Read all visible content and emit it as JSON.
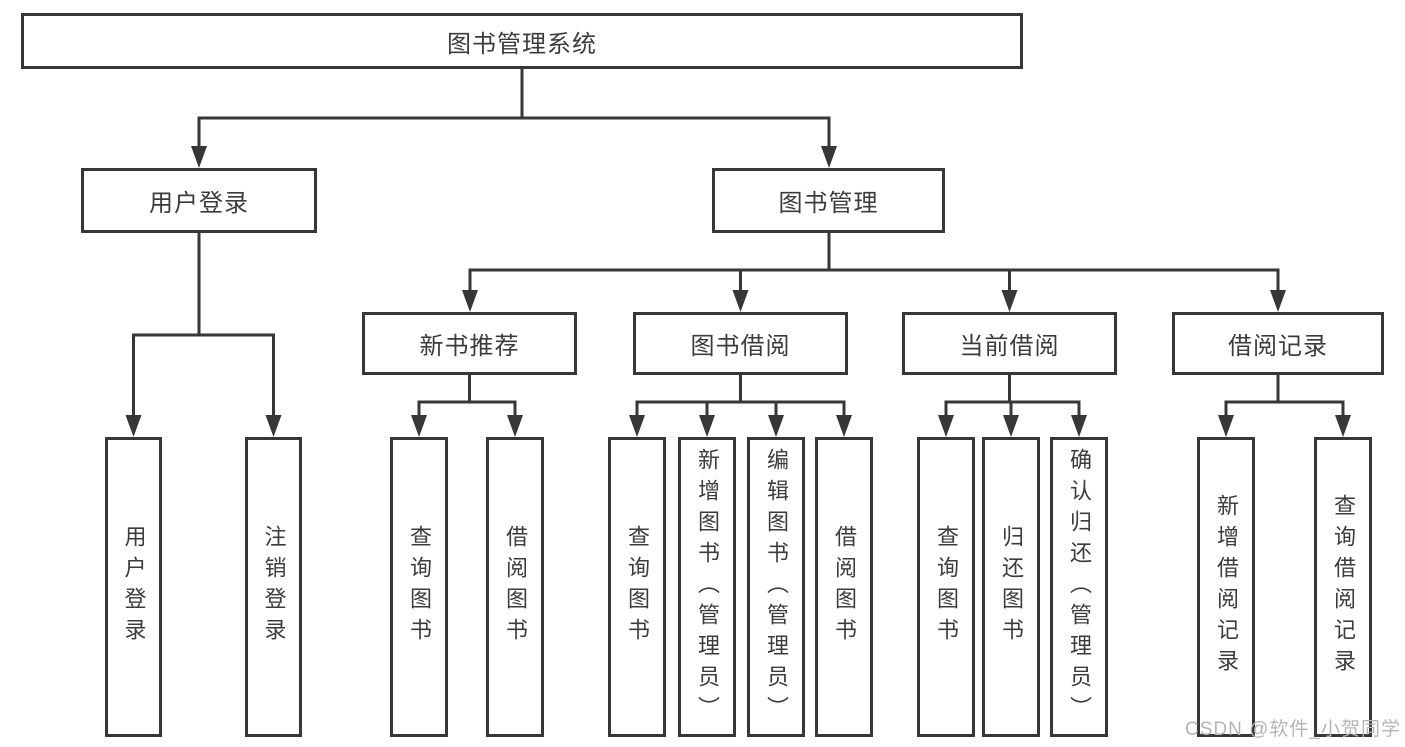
{
  "diagram": {
    "root": {
      "label": "图书管理系统"
    },
    "branches": [
      {
        "label": "用户登录",
        "leaves": [
          {
            "label": "用户登录"
          },
          {
            "label": "注销登录"
          }
        ]
      },
      {
        "label": "图书管理",
        "groups": [
          {
            "label": "新书推荐",
            "leaves": [
              {
                "label": "查询图书"
              },
              {
                "label": "借阅图书"
              }
            ]
          },
          {
            "label": "图书借阅",
            "leaves": [
              {
                "label": "查询图书"
              },
              {
                "label": "新增图书（管理员）"
              },
              {
                "label": "编辑图书（管理员）"
              },
              {
                "label": "借阅图书"
              }
            ]
          },
          {
            "label": "当前借阅",
            "leaves": [
              {
                "label": "查询图书"
              },
              {
                "label": "归还图书"
              },
              {
                "label": "确认归还（管理员）"
              }
            ]
          },
          {
            "label": "借阅记录",
            "leaves": [
              {
                "label": "新增借阅记录"
              },
              {
                "label": "查询借阅记录"
              }
            ]
          }
        ]
      }
    ]
  },
  "watermark": {
    "text": "CSDN @软件_小贺同学",
    "color": "#b5b5b5"
  },
  "colors": {
    "line": "#373737",
    "box_border": "#373737",
    "text": "#3c3c3c",
    "background": "#ffffff"
  }
}
